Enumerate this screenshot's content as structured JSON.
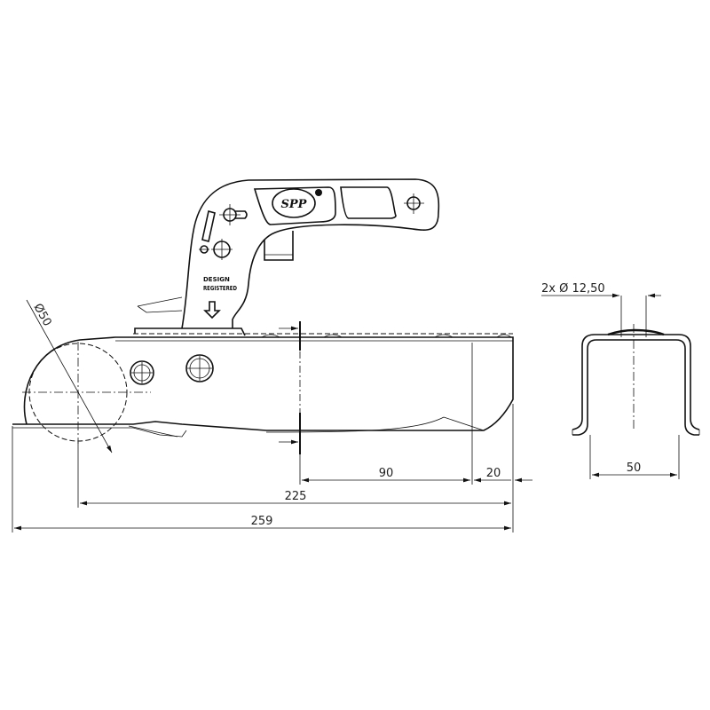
{
  "drawing": {
    "logo_text": "SPP",
    "handle_text_1": "DESIGN",
    "handle_text_2": "REGISTERED",
    "ball_diameter_label": "Ø50",
    "hole_label": "2x Ø 12,50",
    "profile_width_label": "50",
    "dimensions": {
      "d90": "90",
      "d20": "20",
      "d225": "225",
      "d259": "259"
    }
  }
}
